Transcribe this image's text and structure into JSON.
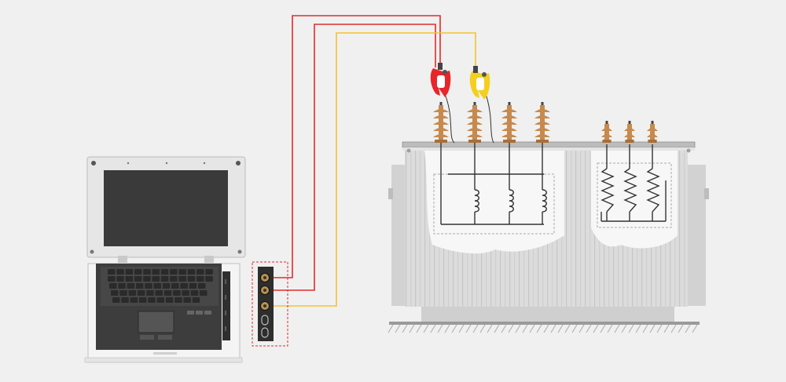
{
  "colors": {
    "background": "#f0f0f0",
    "wire_red": "#e02c2c",
    "wire_yellow": "#f2c230",
    "clamp_red": "#e6262b",
    "clamp_yellow": "#f4cf1f",
    "bushing": "#c68a4f",
    "tank": "#dcdcdc",
    "coil": "#333333",
    "highlight_border": "#e02c2c"
  },
  "diagram": {
    "components": [
      {
        "name": "test-instrument-laptop",
        "icon": "laptop-icon"
      },
      {
        "name": "instrument-connector-panel",
        "icon": "connector-panel-icon"
      },
      {
        "name": "test-lead-red",
        "icon": "wire-icon"
      },
      {
        "name": "test-lead-red-2",
        "icon": "wire-icon"
      },
      {
        "name": "test-lead-yellow",
        "icon": "wire-icon"
      },
      {
        "name": "red-clamp",
        "icon": "alligator-clip-icon"
      },
      {
        "name": "yellow-clamp",
        "icon": "alligator-clip-icon"
      },
      {
        "name": "power-transformer",
        "icon": "transformer-icon"
      },
      {
        "name": "hv-winding",
        "icon": "coil-icon"
      },
      {
        "name": "lv-winding",
        "icon": "coil-icon"
      }
    ],
    "hv_bushing_count": 4,
    "lv_bushing_count": 3,
    "hv_coil_count": 3,
    "lv_coil_count": 3
  }
}
